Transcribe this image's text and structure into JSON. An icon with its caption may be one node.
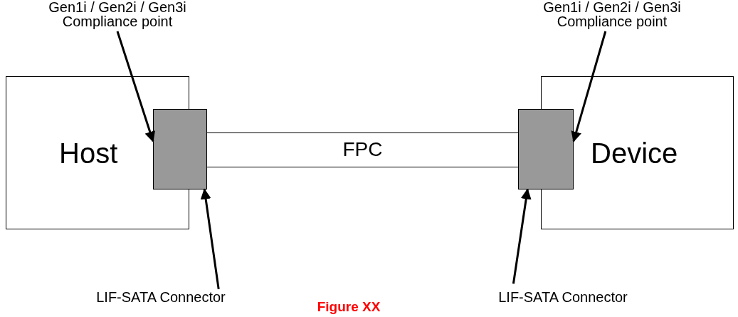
{
  "diagram": {
    "caption": "Figure XX",
    "nodes": [
      {
        "text": [
          "Host"
        ]
      },
      {
        "text": [],
        "shape": "box"
      },
      {
        "text": [
          "FPC"
        ]
      },
      {
        "text": [],
        "shape": "box"
      },
      {
        "text": [
          "Device"
        ]
      },
      {
        "text": [
          "Gen1i / Gen2i / Gen3i Compliance point"
        ]
      },
      {
        "text": [
          "Gen1i / Gen2i / Gen3i Compliance point"
        ]
      },
      {
        "text": [
          "LIF-SATA Connector"
        ]
      },
      {
        "text": [
          "LIF-SATA Connector"
        ]
      }
    ],
    "edges": [
      {
        "from": 5,
        "to": 1,
        "arrow": "to"
      },
      {
        "from": 6,
        "to": 3,
        "arrow": "to"
      },
      {
        "from": 7,
        "to": 1,
        "arrow": "to"
      },
      {
        "from": 8,
        "to": 3,
        "arrow": "to"
      }
    ]
  }
}
